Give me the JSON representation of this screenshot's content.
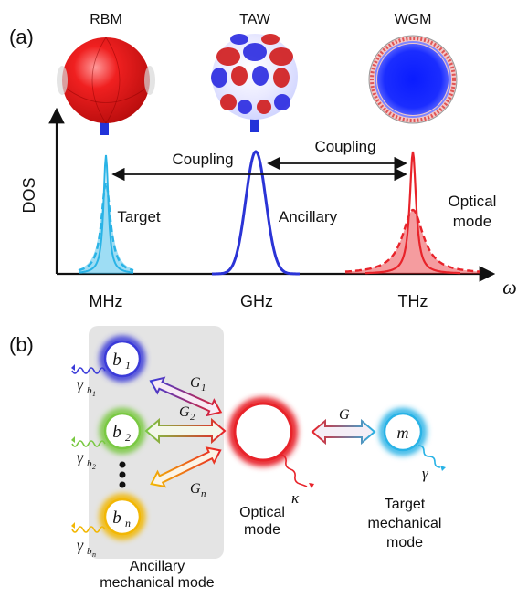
{
  "panel_a": {
    "tag": "(a)",
    "mode_icons": {
      "rbm": "RBM",
      "taw": "TAW",
      "wgm": "WGM"
    },
    "y_axis": "DOS",
    "x_axis": "ω",
    "x_ticks": [
      "MHz",
      "GHz",
      "THz"
    ],
    "coupling_1": "Coupling",
    "coupling_2": "Coupling",
    "peak_labels": {
      "target": "Target",
      "ancillary": "Ancillary",
      "optical_1": "Optical",
      "optical_2": "mode"
    },
    "colors": {
      "target": "#29b3e6",
      "ancillary": "#2b34d6",
      "optical": "#e8232a"
    }
  },
  "panel_b": {
    "tag": "(b)",
    "ancillary_modes": [
      {
        "sym": "b",
        "sub": "1",
        "loss": "γ",
        "loss_sub": "b",
        "loss_subsub": "1",
        "color": "#3b3bd9"
      },
      {
        "sym": "b",
        "sub": "2",
        "loss": "γ",
        "loss_sub": "b",
        "loss_subsub": "2",
        "color": "#7ac943"
      },
      {
        "sym": "b",
        "sub": "n",
        "loss": "γ",
        "loss_sub": "b",
        "loss_subsub": "n",
        "color": "#f2b705"
      }
    ],
    "couplings": [
      {
        "sym": "G",
        "sub": "1"
      },
      {
        "sym": "G",
        "sub": "2"
      },
      {
        "sym": "G",
        "sub": "n"
      }
    ],
    "optical": {
      "decay": "κ",
      "label_1": "Optical",
      "label_2": "mode",
      "color": "#e8232a"
    },
    "target": {
      "sym": "m",
      "decay": "γ",
      "coupling": "G",
      "label_1": "Target",
      "label_2": "mechanical",
      "label_3": "mode",
      "color": "#29b3e6"
    },
    "box_label_1": "Ancillary",
    "box_label_2": "mechanical mode"
  }
}
